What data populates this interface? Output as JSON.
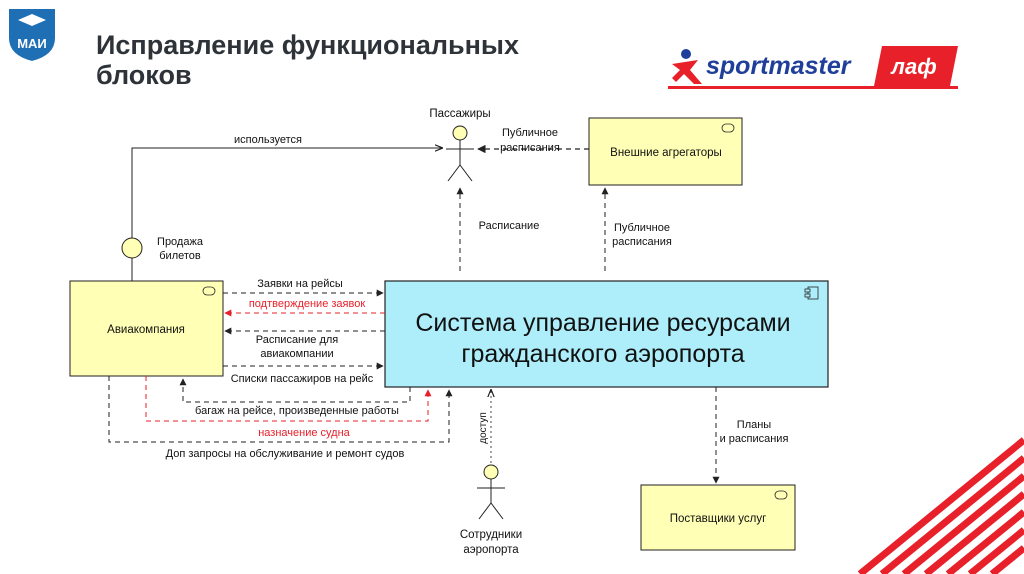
{
  "slide": {
    "title_line1": "Исправление функциональных",
    "title_line2": "блоков"
  },
  "logos": {
    "mai_text": "МАИ",
    "sportmaster_text": "sportmaster",
    "laf_text": "лаф"
  },
  "diagram": {
    "nodes": {
      "airline": "Авиакомпания",
      "system_line1": "Система управление  ресурсами",
      "system_line2": "гражданского аэропорта",
      "aggregators": "Внешние агрегаторы",
      "providers": "Поставщики услуг",
      "passengers": "Пассажиры",
      "staff_line1": "Сотрудники",
      "staff_line2": "аэропорта"
    },
    "labels": {
      "used": "используется",
      "ticket_sale_line1": "Продажа",
      "ticket_sale_line2": "билетов",
      "public_sched_top_line1": "Публичное",
      "public_sched_top_line2": "расписания",
      "public_sched_right_line1": "Публичное",
      "public_sched_right_line2": "расписания",
      "schedule": "Расписание",
      "flight_requests": "Заявки на рейсы",
      "confirm_requests": "подтверждение заявок",
      "airline_sched_line1": "Расписание для",
      "airline_sched_line2": "авиакомпании",
      "passenger_lists": "Списки пассажиров на рейс",
      "baggage": "багаж на рейсе, произведенные работы",
      "vessel_assign": "назначение судна",
      "extra_requests": "Доп запросы на обслуживание  и ремонт судов",
      "access": "доступ",
      "plans_line1": "Планы",
      "plans_line2": "и расписания"
    },
    "colors": {
      "component_yellow": "#ffffb5",
      "system_cyan": "#aeeefa",
      "red_flow": "#e8202a",
      "black_flow": "#222222"
    }
  }
}
